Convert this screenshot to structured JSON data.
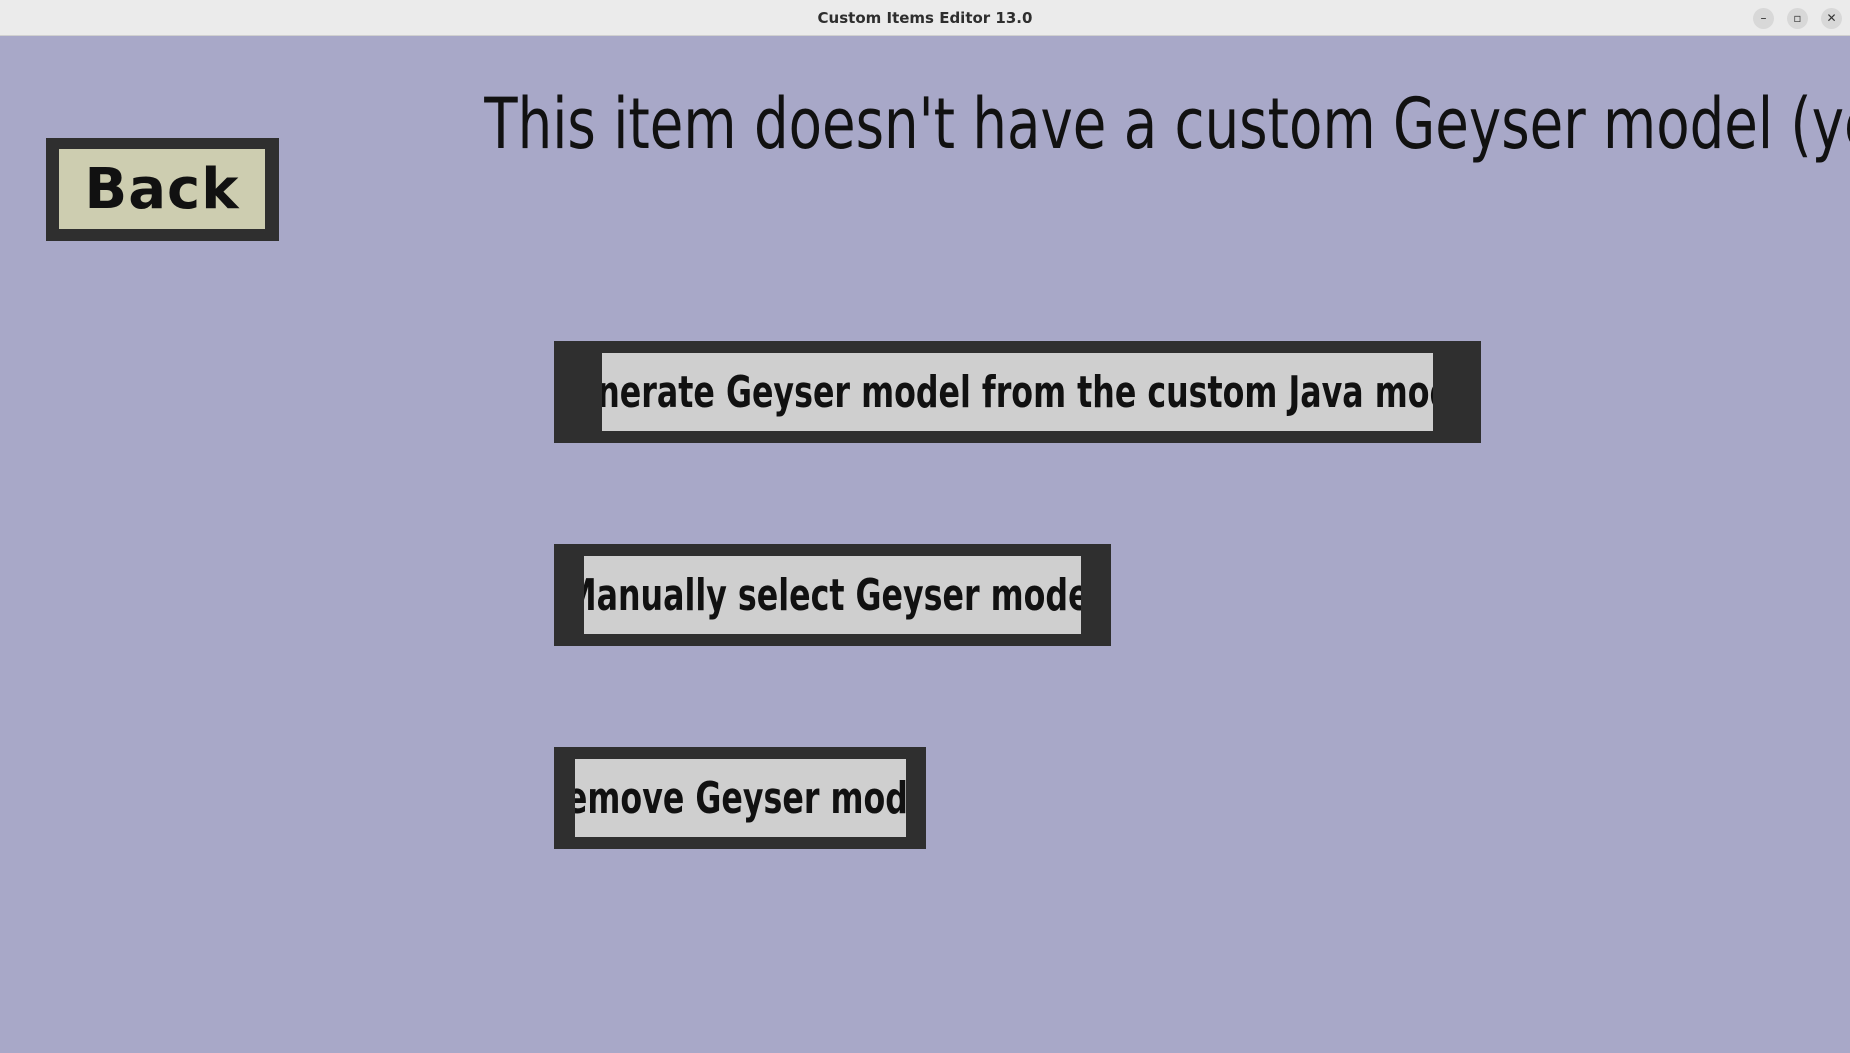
{
  "window": {
    "title": "Custom Items Editor 13.0",
    "controls": {
      "minimize": "–",
      "maximize": "▫",
      "close": "✕"
    }
  },
  "page": {
    "heading": "This item doesn't have a custom Geyser model (yet)",
    "back_label": "Back",
    "actions": {
      "generate_label": "Generate Geyser model from the custom Java model",
      "manual_label": "Manually select Geyser model",
      "remove_label": "Remove Geyser model"
    }
  },
  "colors": {
    "background": "#a8a8c8",
    "button_border": "#2f2f2f",
    "back_face": "#cdcdb0",
    "action_face": "#cfcfcf",
    "text": "#111111"
  }
}
